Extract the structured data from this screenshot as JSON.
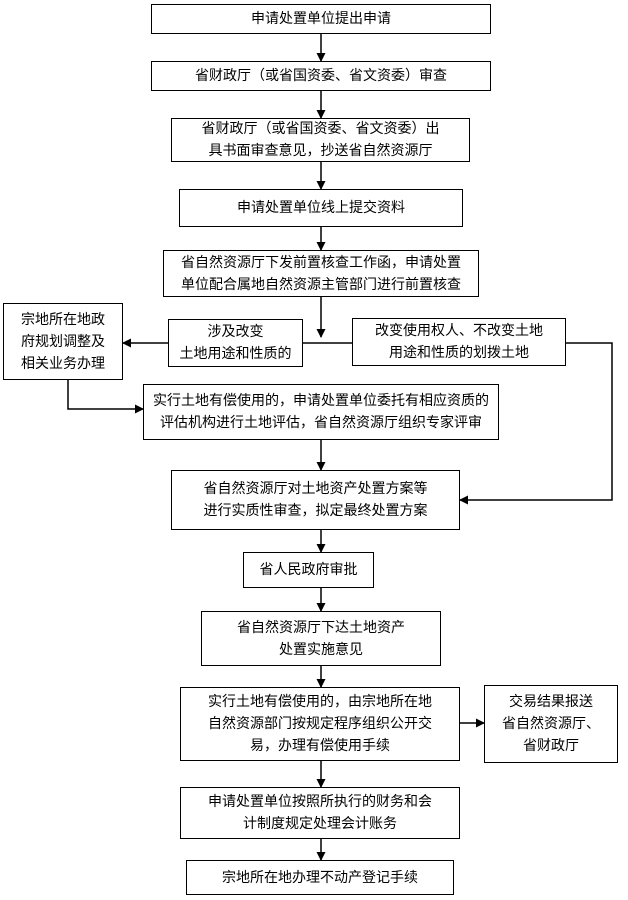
{
  "steps": {
    "s1": "申请处置单位提出申请",
    "s2": "省财政厅（或省国资委、省文资委）审查",
    "s3": "省财政厅（或省国资委、省文资委）出\n具书面审查意见，抄送省自然资源厅",
    "s4": "申请处置单位线上提交资料",
    "s5": "省自然资源厅下发前置核查工作函，申请处置\n单位配合属地自然资源主管部门进行前置核查",
    "s6_left": "涉及改变\n土地用途和性质的",
    "s6_right": "改变使用权人、不改变土地\n用途和性质的划拨土地",
    "side_left": "宗地所在地政\n府规划调整及\n相关业务办理",
    "s7": "实行土地有偿使用的，申请处置单位委托有相应资质的\n评估机构进行土地评估，省自然资源厅组织专家评审",
    "s8": "省自然资源厅对土地资产处置方案等\n进行实质性审查，拟定最终处置方案",
    "s9": "省人民政府审批",
    "s10": "省自然资源厅下达土地资产\n处置实施意见",
    "s11": "实行土地有偿使用的，由宗地所在地\n自然资源部门按规定程序组织公开交\n易，办理有偿使用手续",
    "side_right": "交易结果报送\n省自然资源厅、\n省财政厅",
    "s12": "申请处置单位按照所执行的财务和会\n计制度规定处理会计账务",
    "s13": "宗地所在地办理不动产登记手续"
  }
}
